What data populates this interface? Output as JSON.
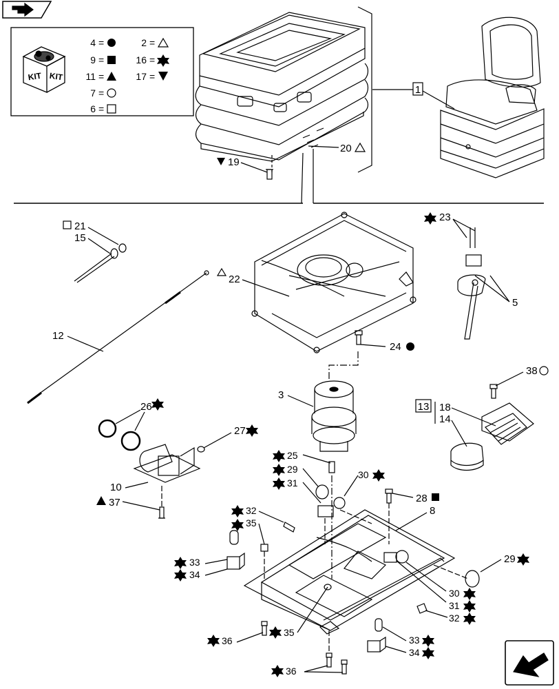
{
  "legend": {
    "kit_label_left": "KIT",
    "kit_label_right": "KIT",
    "entries": [
      {
        "number": "4",
        "symbol": "filled-circle"
      },
      {
        "number": "2",
        "symbol": "open-triangle"
      },
      {
        "number": "9",
        "symbol": "filled-square"
      },
      {
        "number": "16",
        "symbol": "six-point-star"
      },
      {
        "number": "11",
        "symbol": "filled-triangle"
      },
      {
        "number": "17",
        "symbol": "filled-down-triangle"
      },
      {
        "number": "7",
        "symbol": "open-circle"
      },
      {
        "number": "6",
        "symbol": "open-square"
      }
    ]
  },
  "callouts": {
    "c1": "1",
    "c20": "20",
    "c19": "19",
    "c21": "21",
    "c15": "15",
    "c22": "22",
    "c23": "23",
    "c5": "5",
    "c12": "12",
    "c24": "24",
    "c3": "3",
    "c38": "38",
    "c13": "13",
    "c18": "18",
    "c14": "14",
    "c26": "26",
    "c27": "27",
    "c25": "25",
    "c29a": "29",
    "c31a": "31",
    "c30a": "30",
    "c10": "10",
    "c37": "37",
    "c28": "28",
    "c8": "8",
    "c32a": "32",
    "c35a": "35",
    "c29b": "29",
    "c33a": "33",
    "c34a": "34",
    "c30b": "30",
    "c31b": "31",
    "c32b": "32",
    "c36a": "36",
    "c35b": "35",
    "c33b": "33",
    "c34b": "34",
    "c36b": "36"
  }
}
